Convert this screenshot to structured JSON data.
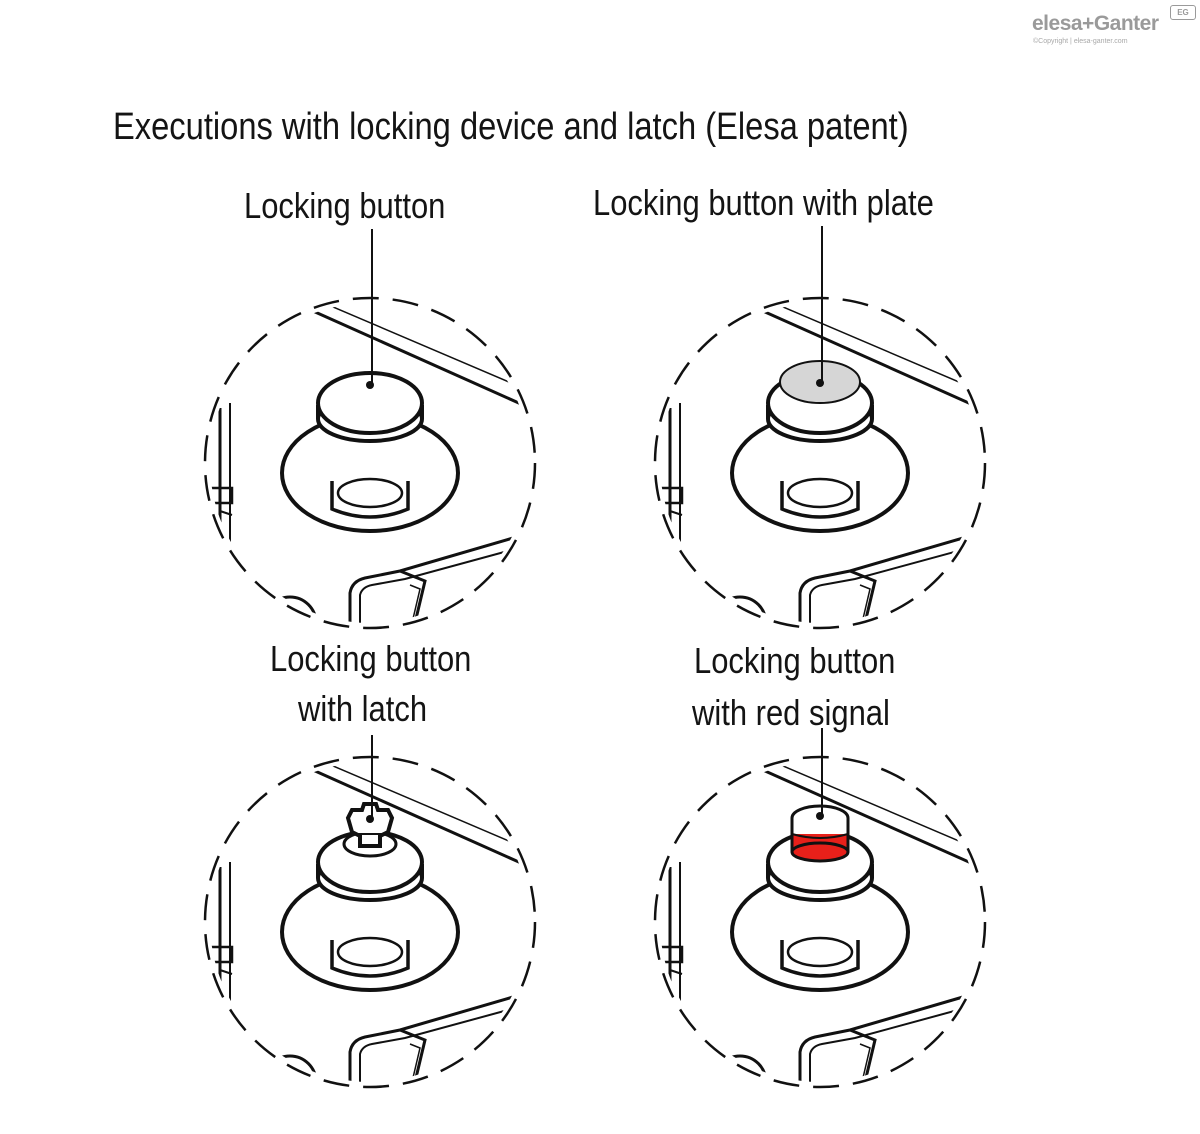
{
  "brand": {
    "name": "elesa+Ganter",
    "badge": "EG",
    "copyright": "©Copyright | elesa-ganter.com"
  },
  "title": "Executions with locking device and latch (Elesa patent)",
  "variants": [
    {
      "label_lines": [
        "Locking button"
      ],
      "button_feature": "plain"
    },
    {
      "label_lines": [
        "Locking button with plate"
      ],
      "button_feature": "plate",
      "feature_color": "#d6d6d6"
    },
    {
      "label_lines": [
        "Locking button",
        "with latch"
      ],
      "button_feature": "latch"
    },
    {
      "label_lines": [
        "Locking button",
        "with red signal"
      ],
      "button_feature": "red-signal",
      "feature_color": "#e8201a"
    }
  ]
}
